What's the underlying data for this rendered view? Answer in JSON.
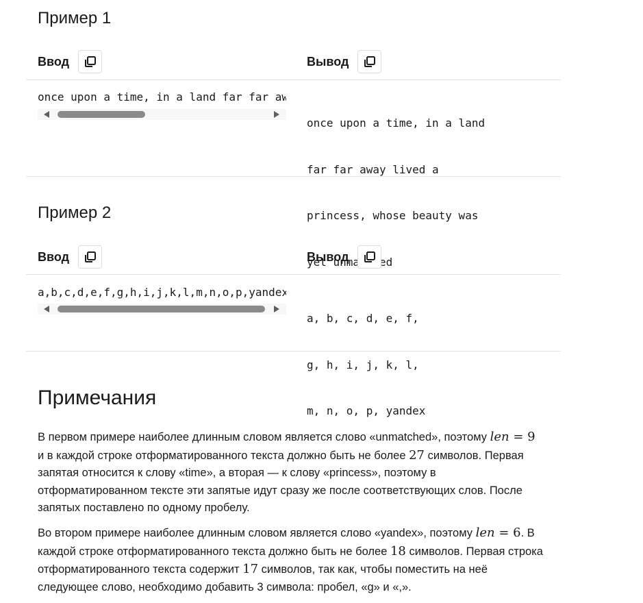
{
  "example1": {
    "title": "Пример 1",
    "input_label": "Ввод",
    "output_label": "Вывод",
    "input_text": "once upon a time, in a land far far away lived a princess, whose beauty was yet unmatched",
    "output_lines": [
      "once upon a time, in a land",
      "far far away lived a",
      "princess, whose beauty was",
      "yet unmatched"
    ]
  },
  "example2": {
    "title": "Пример 2",
    "input_label": "Ввод",
    "output_label": "Вывод",
    "input_text": "a,b,c,d,e,f,g,h,i,j,k,l,m,n,o,p,yandex",
    "output_lines": [
      "a, b, c, d, e, f,",
      "g, h, i, j, k, l,",
      "m, n, o, p, yandex"
    ]
  },
  "notes": {
    "title": "Примечания",
    "p1": {
      "l1_a": "В первом примере наиболее длинным словом является слово «unmatched», поэтому ",
      "l1_math_var": "len",
      "l1_math_rest": " = 9",
      "l2_a": "и в каждой строке отформатированного текста должно быть не более ",
      "l2_num": "27",
      "l2_b": " символов. Первая",
      "l3": "запятая относится к слову «time», а вторая — к слову «princess», поэтому в",
      "l4": "отформатированном тексте эти запятые идут сразу же после соответствующих слов. После",
      "l5": "запятых поставлено по одному пробелу."
    },
    "p2": {
      "l1_a": "Во втором примере наиболее длинным словом является слово «yandex», поэтому ",
      "l1_math_var": "len",
      "l1_math_rest": " = 6",
      "l1_b": ". В",
      "l2_a": "каждой строке отформатированного текста должно быть не более ",
      "l2_num": "18",
      "l2_b": " символов. Первая строка",
      "l3_a": "отформатированного текста содержит ",
      "l3_num": "17",
      "l3_b": " символов, так как, чтобы поместить на неё",
      "l4": "следующее слово, необходимо добавить 3 символа: пробел, «g» и «,»."
    }
  },
  "icons": {
    "copy": "copy-icon",
    "scroll_left": "scroll-left-arrow-icon",
    "scroll_right": "scroll-right-arrow-icon"
  },
  "scroll": {
    "ex1_thumb_fraction": 0.38,
    "ex2_thumb_fraction": 0.99
  }
}
